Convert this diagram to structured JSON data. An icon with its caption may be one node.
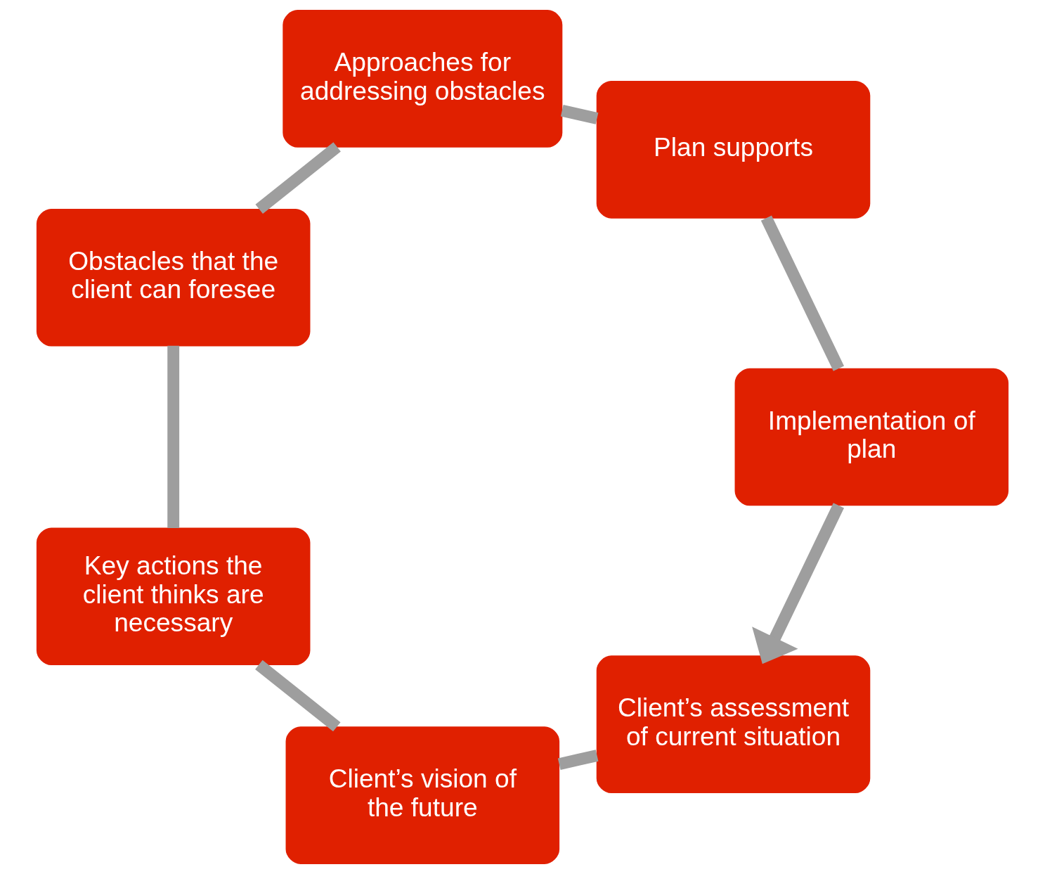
{
  "diagram": {
    "nodes": [
      {
        "text": [
          "Client’s assessment of current situation"
        ]
      },
      {
        "text": [
          "Client’s vision of the future"
        ]
      },
      {
        "text": [
          "Key actions the client thinks are necessary"
        ]
      },
      {
        "text": [
          "Obstacles that the client can foresee"
        ]
      },
      {
        "text": [
          "Approaches for addressing obstacles"
        ]
      },
      {
        "text": [
          "Plan supports"
        ]
      },
      {
        "text": [
          "Implementation of plan"
        ]
      }
    ],
    "edges": [
      {
        "from": 0,
        "to": 1,
        "arrow": "none"
      },
      {
        "from": 1,
        "to": 2,
        "arrow": "none"
      },
      {
        "from": 2,
        "to": 3,
        "arrow": "none"
      },
      {
        "from": 3,
        "to": 4,
        "arrow": "none"
      },
      {
        "from": 4,
        "to": 5,
        "arrow": "none"
      },
      {
        "from": 5,
        "to": 6,
        "arrow": "none"
      },
      {
        "from": 6,
        "to": 0,
        "arrow": "to"
      }
    ]
  }
}
